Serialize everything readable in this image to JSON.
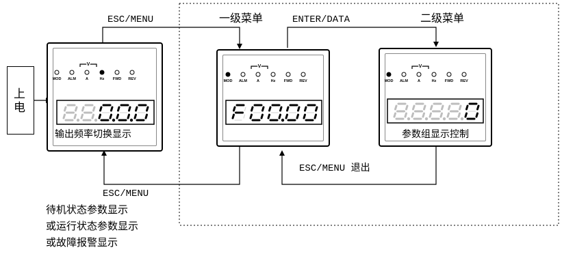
{
  "labels": {
    "power_on": "上电",
    "esc_menu_top": "ESC/MENU",
    "esc_menu_bottom": "ESC/MENU",
    "level1_menu": "一级菜单",
    "enter_data": "ENTER/DATA",
    "level2_menu": "二级菜单",
    "esc_menu_exit": "ESC/MENU 退出",
    "status_desc_1": "待机状态参数显示",
    "status_desc_2": "或运行状态参数显示",
    "status_desc_3": "或故障报警显示"
  },
  "panels": [
    {
      "caption": "输出频率切换显示",
      "display_text": "8.8.0.0.0",
      "leds": [
        "MOD",
        "ALM",
        "A",
        "Hz",
        "FWD",
        "REV"
      ],
      "led_on": [
        false,
        false,
        false,
        true,
        false,
        false
      ]
    },
    {
      "caption": "",
      "display_text": "F00.00",
      "leds": [
        "MOD",
        "ALM",
        "A",
        "Hz",
        "FWD",
        "REV"
      ],
      "led_on": [
        true,
        false,
        false,
        false,
        false,
        false
      ]
    },
    {
      "caption": "参数组显示控制",
      "display_text": "8.8.8.8.0",
      "leds": [
        "MOD",
        "ALM",
        "A",
        "Hz",
        "FWD",
        "REV"
      ],
      "led_on": [
        true,
        false,
        false,
        false,
        false,
        false
      ]
    }
  ],
  "v_label": "V"
}
